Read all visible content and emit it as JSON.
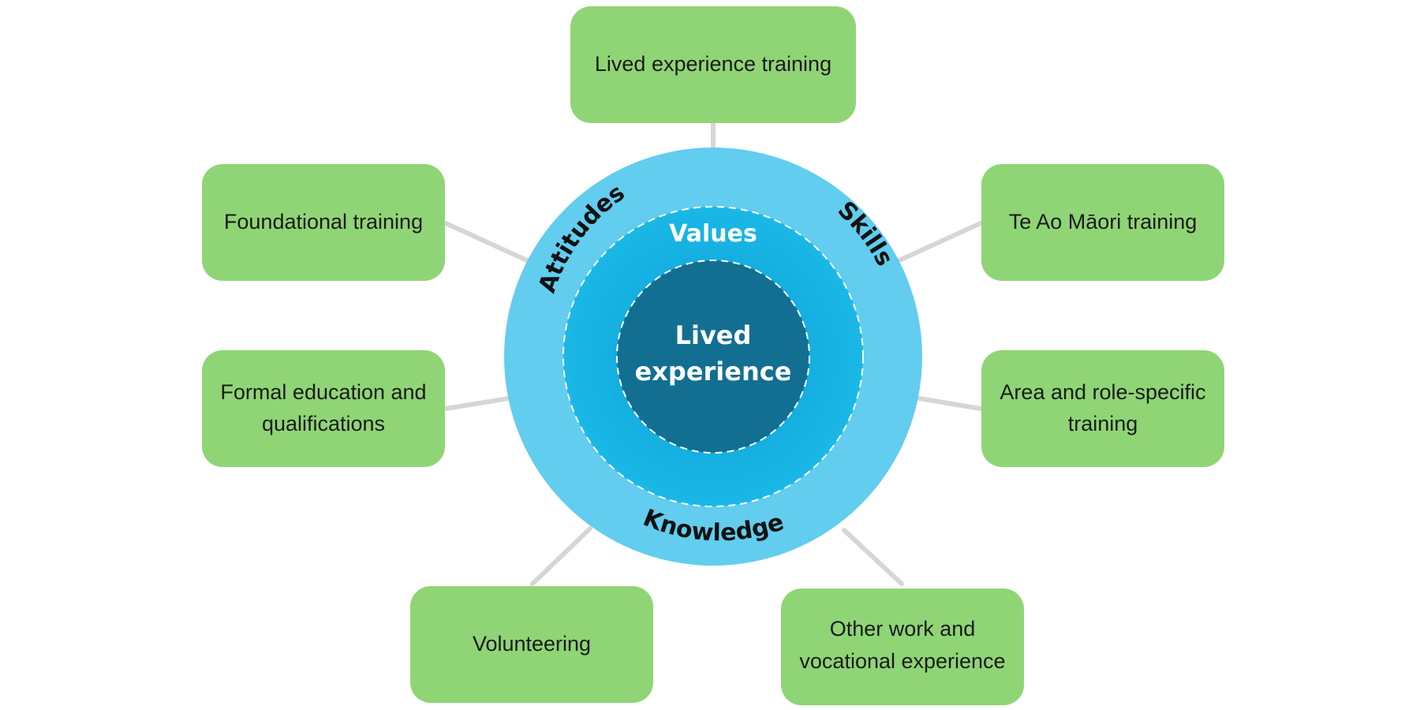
{
  "center": {
    "core_line1": "Lived",
    "core_line2": "experience",
    "values_label": "Values",
    "outer_labels": {
      "attitudes": "Attitudes",
      "skills": "Skills",
      "knowledge": "Knowledge"
    }
  },
  "nodes": [
    {
      "id": "lived-experience-training",
      "lines": [
        "Lived experience training"
      ]
    },
    {
      "id": "foundational-training",
      "lines": [
        "Foundational training"
      ]
    },
    {
      "id": "te-ao-maori-training",
      "lines": [
        "Te Ao Māori training"
      ]
    },
    {
      "id": "formal-education",
      "lines": [
        "Formal education and",
        "qualifications"
      ]
    },
    {
      "id": "area-role-training",
      "lines": [
        "Area and role-specific",
        "training"
      ]
    },
    {
      "id": "volunteering",
      "lines": [
        "Volunteering"
      ]
    },
    {
      "id": "other-work",
      "lines": [
        "Other work and",
        "vocational experience"
      ]
    }
  ],
  "colors": {
    "node_fill": "#8fd576",
    "outer_ring": "#62cdee",
    "values_ring": "#15b4e4",
    "core": "#126f92",
    "connector": "#d6d6d6"
  }
}
